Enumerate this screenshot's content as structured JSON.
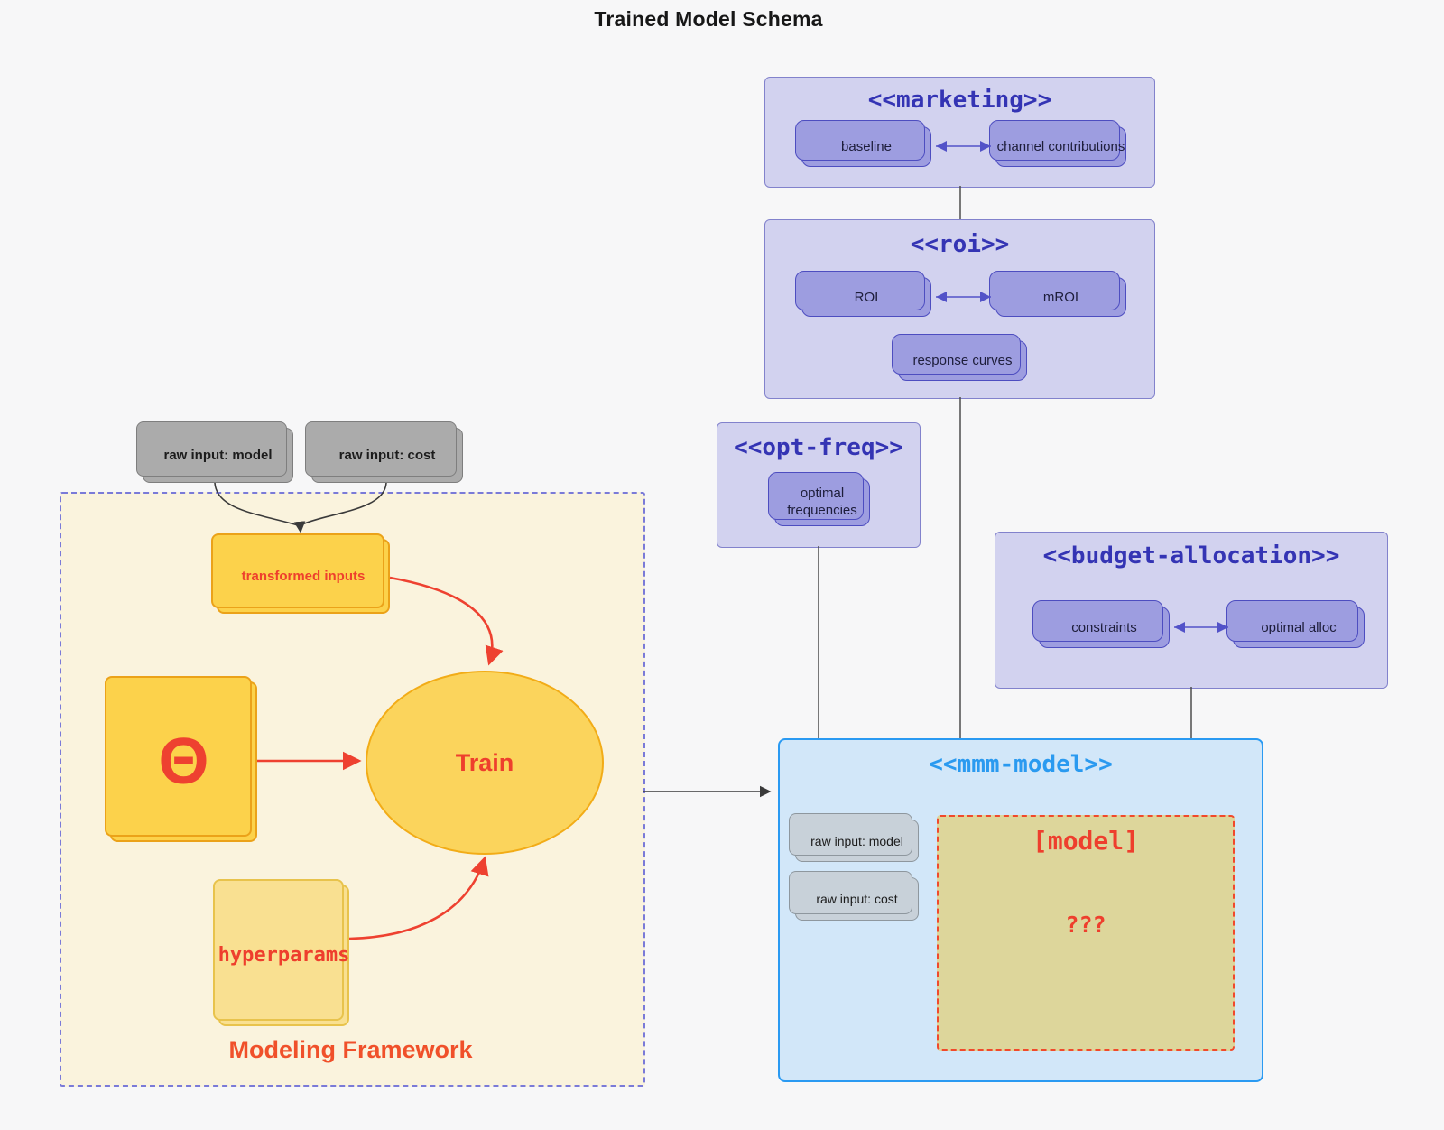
{
  "page_title": "Trained Model Schema",
  "modeling_framework": {
    "label": "Modeling Framework",
    "raw_input_model": "raw input: model",
    "raw_input_cost": "raw input: cost",
    "transformed_inputs": "transformed inputs",
    "theta": "Θ",
    "train": "Train",
    "hyperparams": "hyperparams"
  },
  "marketing": {
    "title": "<<marketing>>",
    "baseline": "baseline",
    "channel_contributions": "channel contributions"
  },
  "roi": {
    "title": "<<roi>>",
    "roi": "ROI",
    "mroi": "mROI",
    "response_curves": "response curves"
  },
  "opt_freq": {
    "title": "<<opt-freq>>",
    "optimal_frequencies": "optimal frequencies"
  },
  "budget_allocation": {
    "title": "<<budget-allocation>>",
    "constraints": "constraints",
    "optimal_alloc": "optimal alloc"
  },
  "mmm_model": {
    "title": "<<mmm-model>>",
    "raw_input_model": "raw input: model",
    "raw_input_cost": "raw input: cost",
    "model_placeholder": "[model]",
    "unknown": "???"
  },
  "colors": {
    "background": "#f7f7f8",
    "lavender_container_fill": "#d2d2ef",
    "lavender_container_border": "#8282cc",
    "purple_node_fill": "#9d9de0",
    "purple_node_border": "#4d4dc0",
    "indigo_title": "#3434b4",
    "mmm_fill": "#d2e7f9",
    "mmm_border": "#2a9af2",
    "mmm_title": "#2a9af0",
    "khaki_fill": "#ddd69b",
    "red_accent": "#ee3f2d",
    "yellow_fill": "#fcd24b",
    "yellow_border": "#eba219",
    "light_yellow_fill": "#f9e091",
    "gray_node_fill": "#ababab",
    "bluegray_node_fill": "#c8d1d9",
    "framework_fill": "#faf3dd",
    "framework_border": "#7a7ad8"
  }
}
